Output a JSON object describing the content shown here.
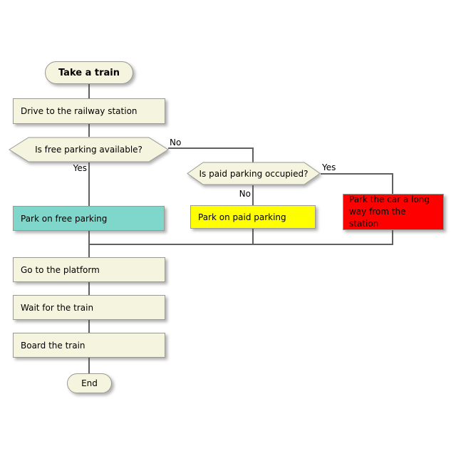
{
  "flowchart": {
    "nodes": {
      "start": {
        "label": "Take a train"
      },
      "drive": {
        "label": "Drive to the railway station"
      },
      "free_q": {
        "label": "Is free parking available?"
      },
      "paid_q": {
        "label": "Is paid parking occupied?"
      },
      "park_free": {
        "label": "Park on free parking"
      },
      "park_paid": {
        "label": "Park on paid parking"
      },
      "park_far": {
        "label": "Park the car a long way from the station"
      },
      "platform": {
        "label": "Go to the platform"
      },
      "wait": {
        "label": "Wait for the train"
      },
      "board": {
        "label": "Board the train"
      },
      "end": {
        "label": "End"
      }
    },
    "edge_labels": {
      "free_no": "No",
      "free_yes": "Yes",
      "paid_yes": "Yes",
      "paid_no": "No"
    },
    "colors": {
      "default_fill": "#f4f4df",
      "border": "#9a9a93",
      "free_fill": "#7fd6cb",
      "paid_fill": "#ffff00",
      "far_fill": "#fe0000",
      "connector": "#606060"
    }
  }
}
